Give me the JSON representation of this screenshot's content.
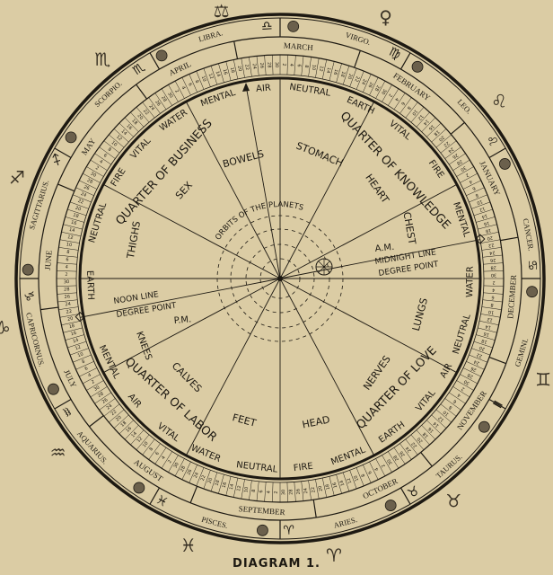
{
  "caption": "DIAGRAM 1.",
  "zodiac_signs": [
    {
      "name": "LIBRA.",
      "symbol": "♎"
    },
    {
      "name": "VIRGO.",
      "symbol": "♍"
    },
    {
      "name": "LEO.",
      "symbol": "♌"
    },
    {
      "name": "CANCER.",
      "symbol": "♋"
    },
    {
      "name": "GEMINI.",
      "symbol": "Ⅱ"
    },
    {
      "name": "TAURUS.",
      "symbol": "♉"
    },
    {
      "name": "ARIES.",
      "symbol": "♈"
    },
    {
      "name": "PISCES.",
      "symbol": "♓"
    },
    {
      "name": "AQUARIUS.",
      "symbol": "♒"
    },
    {
      "name": "CAPRICORNUS.",
      "symbol": "♑"
    },
    {
      "name": "SAGITTARIUS.",
      "symbol": "♐"
    },
    {
      "name": "SCORPIO.",
      "symbol": "♏"
    }
  ],
  "months": [
    "MARCH",
    "FEBRUARY",
    "JANUARY",
    "DECEMBER",
    "NOVEMBER",
    "OCTOBER",
    "SEPTEMBER",
    "AUGUST",
    "JULY",
    "JUNE",
    "MAY",
    "APRIL"
  ],
  "degree_numbers": [
    "2",
    "4",
    "6",
    "8",
    "10",
    "12",
    "14",
    "16",
    "18",
    "20",
    "22",
    "24",
    "26",
    "28",
    "30"
  ],
  "elements": [
    "AIR",
    "NEUTRAL",
    "EARTH",
    "VITAL",
    "FIRE",
    "MENTAL",
    "WATER",
    "NEUTRAL",
    "AIR",
    "VITAL",
    "EARTH",
    "MENTAL",
    "FIRE",
    "NEUTRAL",
    "WATER",
    "VITAL",
    "AIR",
    "MENTAL",
    "EARTH",
    "NEUTRAL",
    "FIRE",
    "VITAL",
    "WATER",
    "MENTAL"
  ],
  "quarters": {
    "business": "QUARTER OF BUSINESS",
    "knowledge": "QUARTER OF KNOWLEDGE",
    "labor": "QUARTER OF LABOR",
    "love": "QUARTER OF LOVE"
  },
  "body_parts": {
    "sex": "SEX",
    "bowels": "BOWELS",
    "stomach": "STOMACH",
    "heart": "HEART",
    "chest": "CHEST",
    "thighs": "THIGHS",
    "knees": "KNEES",
    "calves": "CALVES",
    "feet": "FEET",
    "head": "HEAD",
    "nerves": "NERVES",
    "lungs": "LUNGS"
  },
  "annotations": {
    "orbits": "ORBITS OF THE PLANETS",
    "am": "A.M.",
    "midnight_line": "MIDNIGHT LINE",
    "midnight_degree_point": "DEGREE POINT",
    "noon_line": "NOON LINE",
    "noon_degree_point": "DEGREE POINT",
    "pm": "P.M."
  },
  "colors": {
    "paper": "#dbcca4",
    "ink": "#1d1912"
  }
}
